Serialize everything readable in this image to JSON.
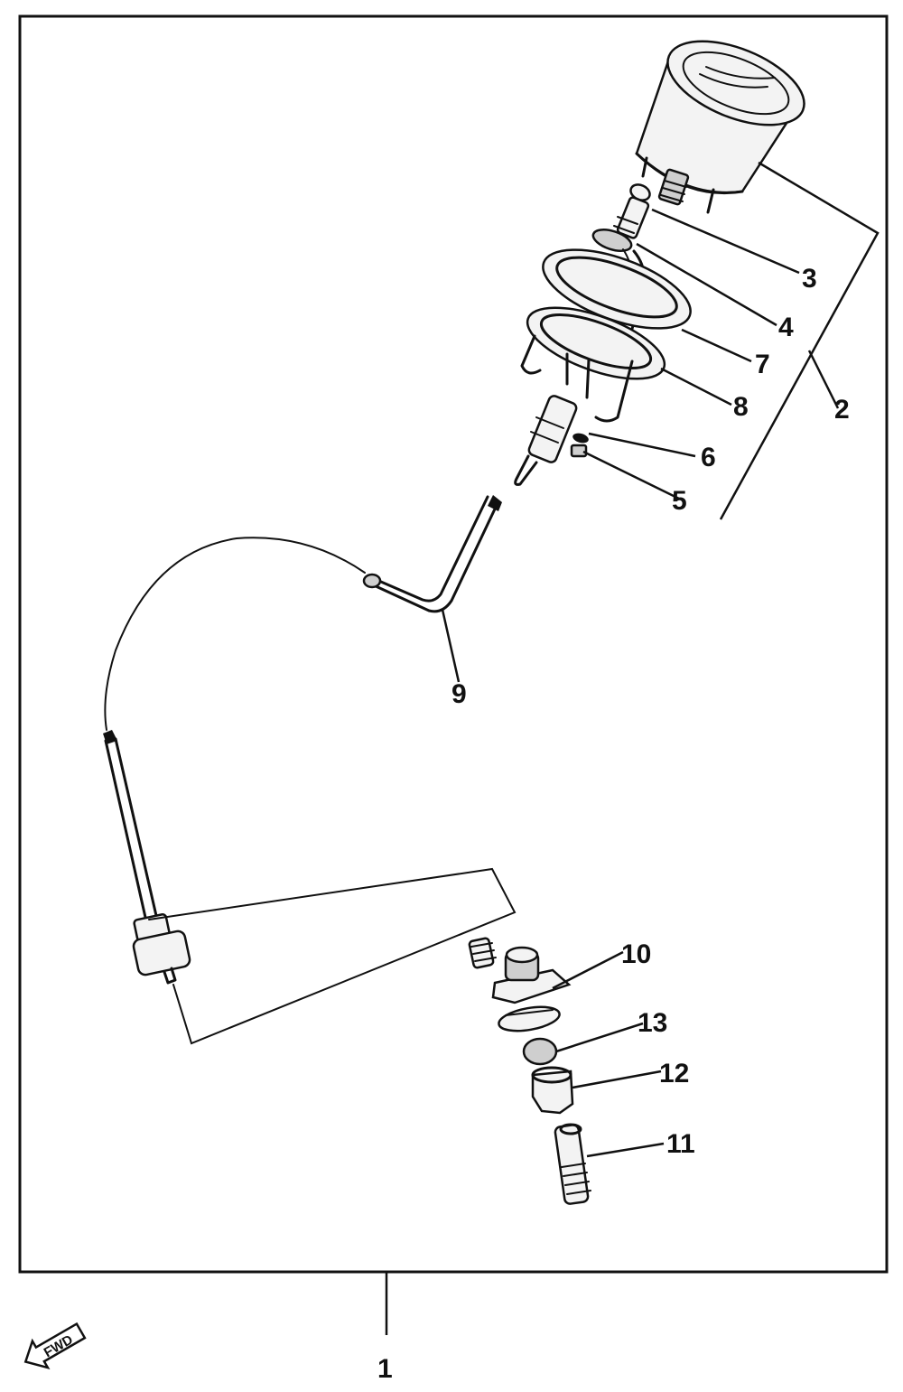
{
  "colors": {
    "ink": "#111111",
    "paper": "#ffffff"
  },
  "parts": {
    "p1": "1",
    "p2": "2",
    "p3": "3",
    "p4": "4",
    "p5": "5",
    "p6": "6",
    "p7": "7",
    "p8": "8",
    "p9": "9",
    "p10": "10",
    "p11": "11",
    "p12": "12",
    "p13": "13"
  },
  "fwd_marker": {
    "icon": "fwd-arrow-icon",
    "text": "FWD"
  }
}
